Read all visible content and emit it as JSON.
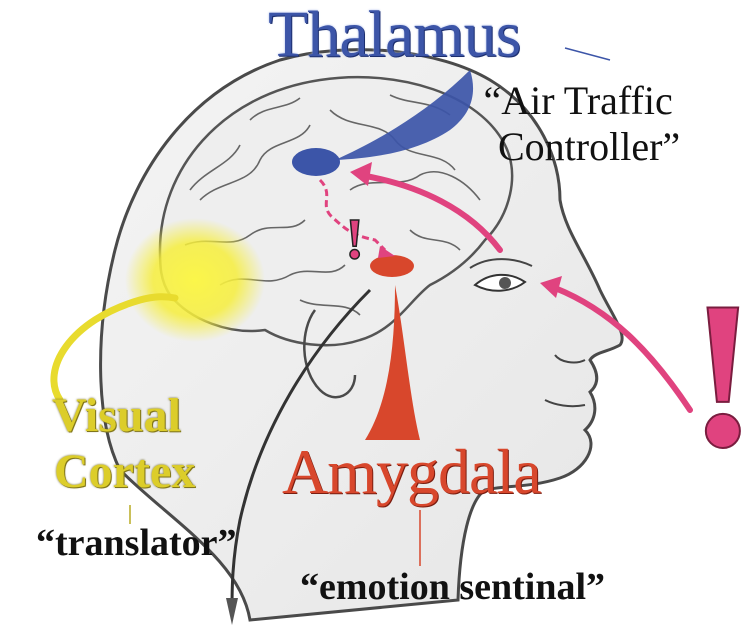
{
  "labels": {
    "thalamus": {
      "title": "Thalamus",
      "desc_line1": "“Air Traffic",
      "desc_line2": "Controller”"
    },
    "visual_cortex": {
      "title_line1": "Visual",
      "title_line2": "Cortex",
      "desc": "“translator”"
    },
    "amygdala": {
      "title": "Amygdala",
      "desc": "“emotion sentinal”"
    }
  },
  "symbols": {
    "big_exclamation": "!",
    "small_exclamation": "!"
  },
  "colors": {
    "thalamus": "#3c55a8",
    "visual_cortex": "#dccd2a",
    "amygdala": "#d8472c",
    "signal": "#e0437f",
    "outline": "#4a4a4a"
  },
  "icons": {
    "head": "human-head-profile",
    "brain": "brain-sketch",
    "eye": "eye"
  }
}
